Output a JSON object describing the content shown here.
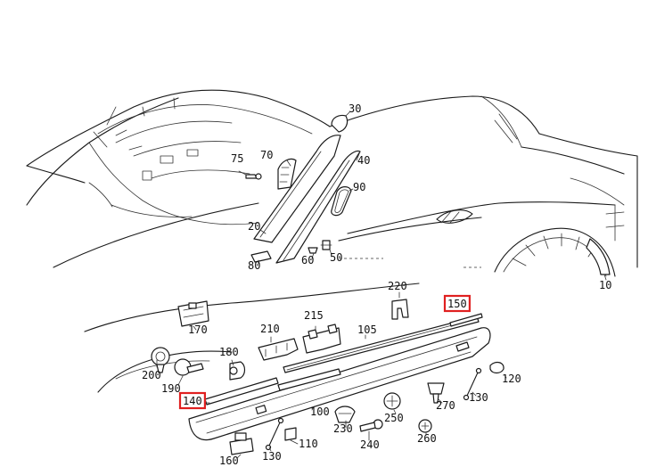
{
  "diagram": {
    "highlight_color": "#e02020",
    "parts": [
      {
        "id": "p30",
        "label": "30",
        "highlighted": false
      },
      {
        "id": "p40",
        "label": "40",
        "highlighted": false
      },
      {
        "id": "p70",
        "label": "70",
        "highlighted": false
      },
      {
        "id": "p75",
        "label": "75",
        "highlighted": false
      },
      {
        "id": "p90",
        "label": "90",
        "highlighted": false
      },
      {
        "id": "p20",
        "label": "20",
        "highlighted": false
      },
      {
        "id": "p60",
        "label": "60",
        "highlighted": false
      },
      {
        "id": "p50",
        "label": "50",
        "highlighted": false
      },
      {
        "id": "p80",
        "label": "80",
        "highlighted": false
      },
      {
        "id": "p10",
        "label": "10",
        "highlighted": false
      },
      {
        "id": "p220",
        "label": "220",
        "highlighted": false
      },
      {
        "id": "p150",
        "label": "150",
        "highlighted": true
      },
      {
        "id": "p170",
        "label": "170",
        "highlighted": false
      },
      {
        "id": "p210",
        "label": "210",
        "highlighted": false
      },
      {
        "id": "p215",
        "label": "215",
        "highlighted": false
      },
      {
        "id": "p105",
        "label": "105",
        "highlighted": false
      },
      {
        "id": "p180",
        "label": "180",
        "highlighted": false
      },
      {
        "id": "p200",
        "label": "200",
        "highlighted": false
      },
      {
        "id": "p190",
        "label": "190",
        "highlighted": false
      },
      {
        "id": "p140",
        "label": "140",
        "highlighted": true
      },
      {
        "id": "p130a",
        "label": "130",
        "highlighted": false
      },
      {
        "id": "p120",
        "label": "120",
        "highlighted": false
      },
      {
        "id": "p270",
        "label": "270",
        "highlighted": false
      },
      {
        "id": "p100",
        "label": "100",
        "highlighted": false
      },
      {
        "id": "p250",
        "label": "250",
        "highlighted": false
      },
      {
        "id": "p230",
        "label": "230",
        "highlighted": false
      },
      {
        "id": "p260",
        "label": "260",
        "highlighted": false
      },
      {
        "id": "p240",
        "label": "240",
        "highlighted": false
      },
      {
        "id": "p110",
        "label": "110",
        "highlighted": false
      },
      {
        "id": "p160",
        "label": "160",
        "highlighted": false
      },
      {
        "id": "p130b",
        "label": "130",
        "highlighted": false
      }
    ]
  }
}
